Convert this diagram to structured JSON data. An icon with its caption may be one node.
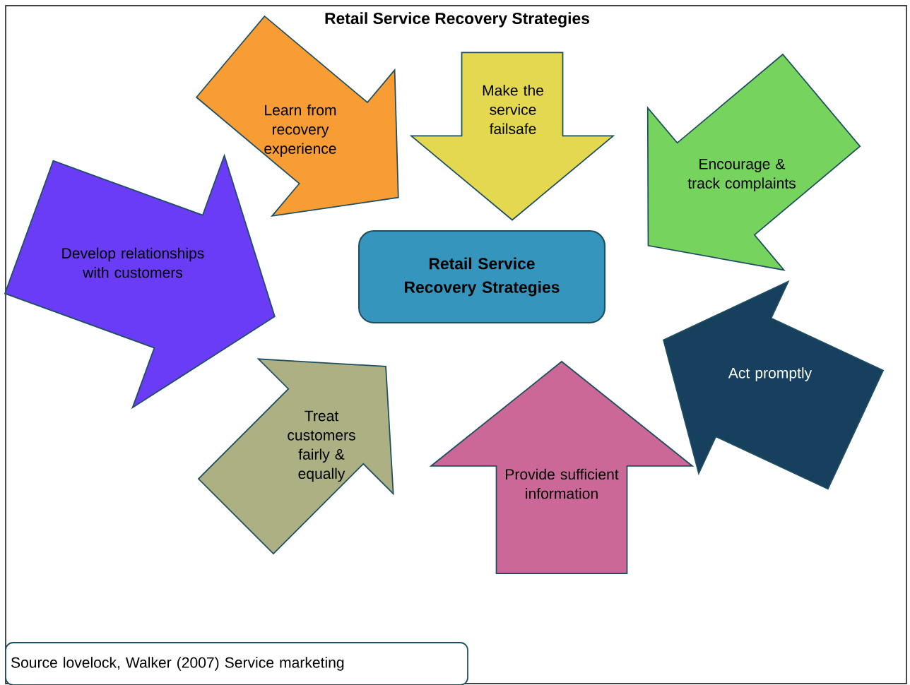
{
  "diagram": {
    "title": "Retail Service Recovery Strategies",
    "nodes": [
      {
        "text": [
          "Learn from recovery experience"
        ]
      },
      {
        "text": [
          "Make the service failsafe"
        ]
      },
      {
        "text": [
          "Encourage & track complaints"
        ]
      },
      {
        "text": [
          "Develop relationships with customers"
        ]
      },
      {
        "text": [
          "Retail Service Recovery Strategies"
        ]
      },
      {
        "text": [
          "Act promptly"
        ]
      },
      {
        "text": [
          "Treat customers fairly & equally"
        ]
      },
      {
        "text": [
          "Provide sufficient information"
        ]
      },
      {
        "text": [
          "Source lovelock, Walker (2007) Service marketing"
        ]
      }
    ]
  }
}
